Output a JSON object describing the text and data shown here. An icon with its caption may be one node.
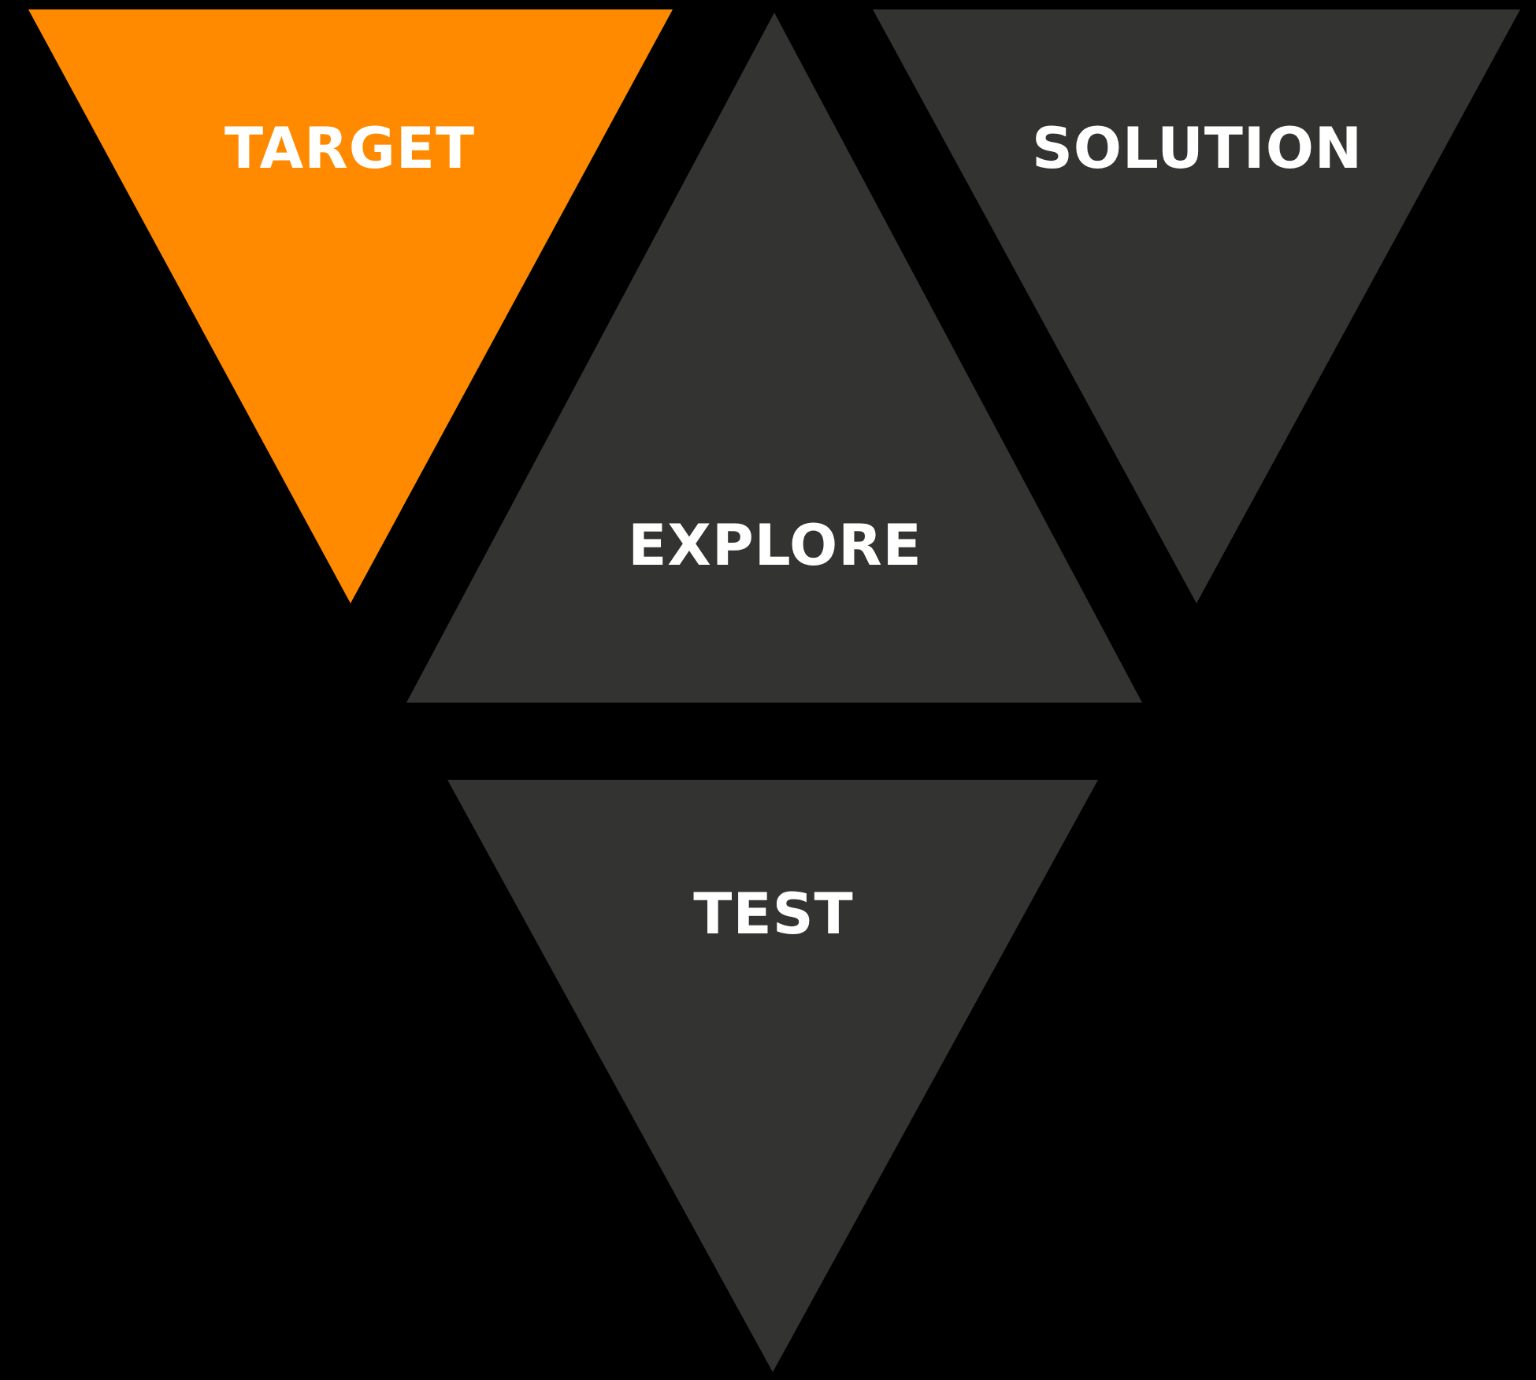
{
  "diagram": {
    "nodes": [
      {
        "text": [
          "TARGET"
        ]
      },
      {
        "text": [
          "EXPLORE"
        ]
      },
      {
        "text": [
          "SOLUTION"
        ]
      },
      {
        "text": [
          "TEST"
        ]
      }
    ]
  }
}
